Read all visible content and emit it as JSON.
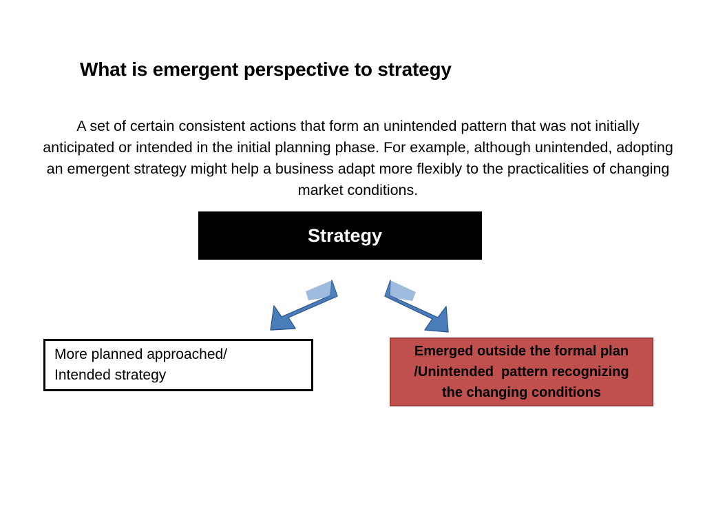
{
  "slide": {
    "background_color": "#ffffff",
    "title": {
      "text": "What is emergent perspective to strategy",
      "border_color": "#5b8dc0"
    },
    "body_paragraph": "A set of certain consistent actions that form an unintended pattern that was not initially anticipated or intended in the initial planning phase. For example, although unintended, adopting an emergent strategy might help a business adapt more flexibly to the practicalities of changing market conditions.",
    "strategy_node": {
      "label": "Strategy",
      "fill_color": "#000000",
      "text_color": "#ffffff"
    },
    "arrows": {
      "fill_color": "#4a7ebb",
      "stroke_color": "#31578f",
      "left": {
        "name": "arrow-down-left",
        "direction": "down-left"
      },
      "right": {
        "name": "arrow-down-right",
        "direction": "down-right"
      }
    },
    "outcomes": [
      {
        "id": "intended",
        "lines": [
          "More planned approached/",
          "Intended strategy"
        ],
        "fill_color": "#ffffff",
        "border_color": "#000000",
        "text_color": "#000000",
        "align": "left",
        "bold": false
      },
      {
        "id": "emergent",
        "lines": [
          "Emerged outside the formal plan",
          "/Unintended  pattern recognizing",
          "the changing conditions"
        ],
        "fill_color": "#c0504d",
        "border_color": "#9e3f3c",
        "text_color": "#000000",
        "align": "center",
        "bold": true
      }
    ]
  }
}
